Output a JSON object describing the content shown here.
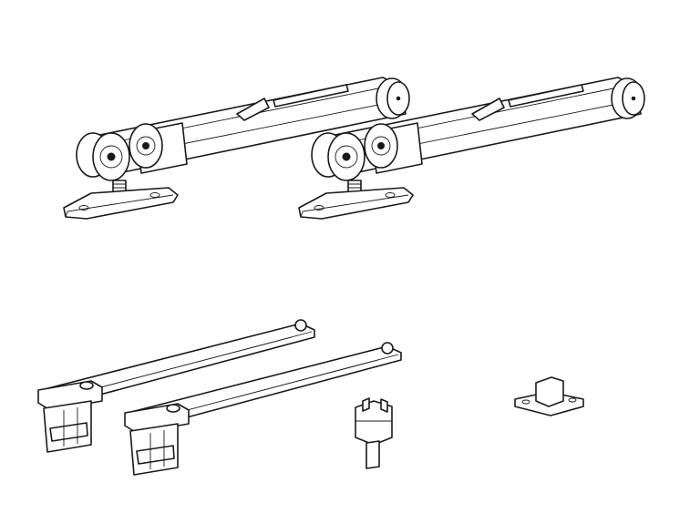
{
  "colors": {
    "background": "#ffffff",
    "line": "#1a1a1a"
  },
  "parts": [
    {
      "kind": "roller-carriage",
      "count": 2
    },
    {
      "kind": "damper-stop-with-guide",
      "count": 2
    },
    {
      "kind": "bottom-guide",
      "count": 1
    },
    {
      "kind": "floor-guide",
      "count": 1
    }
  ]
}
